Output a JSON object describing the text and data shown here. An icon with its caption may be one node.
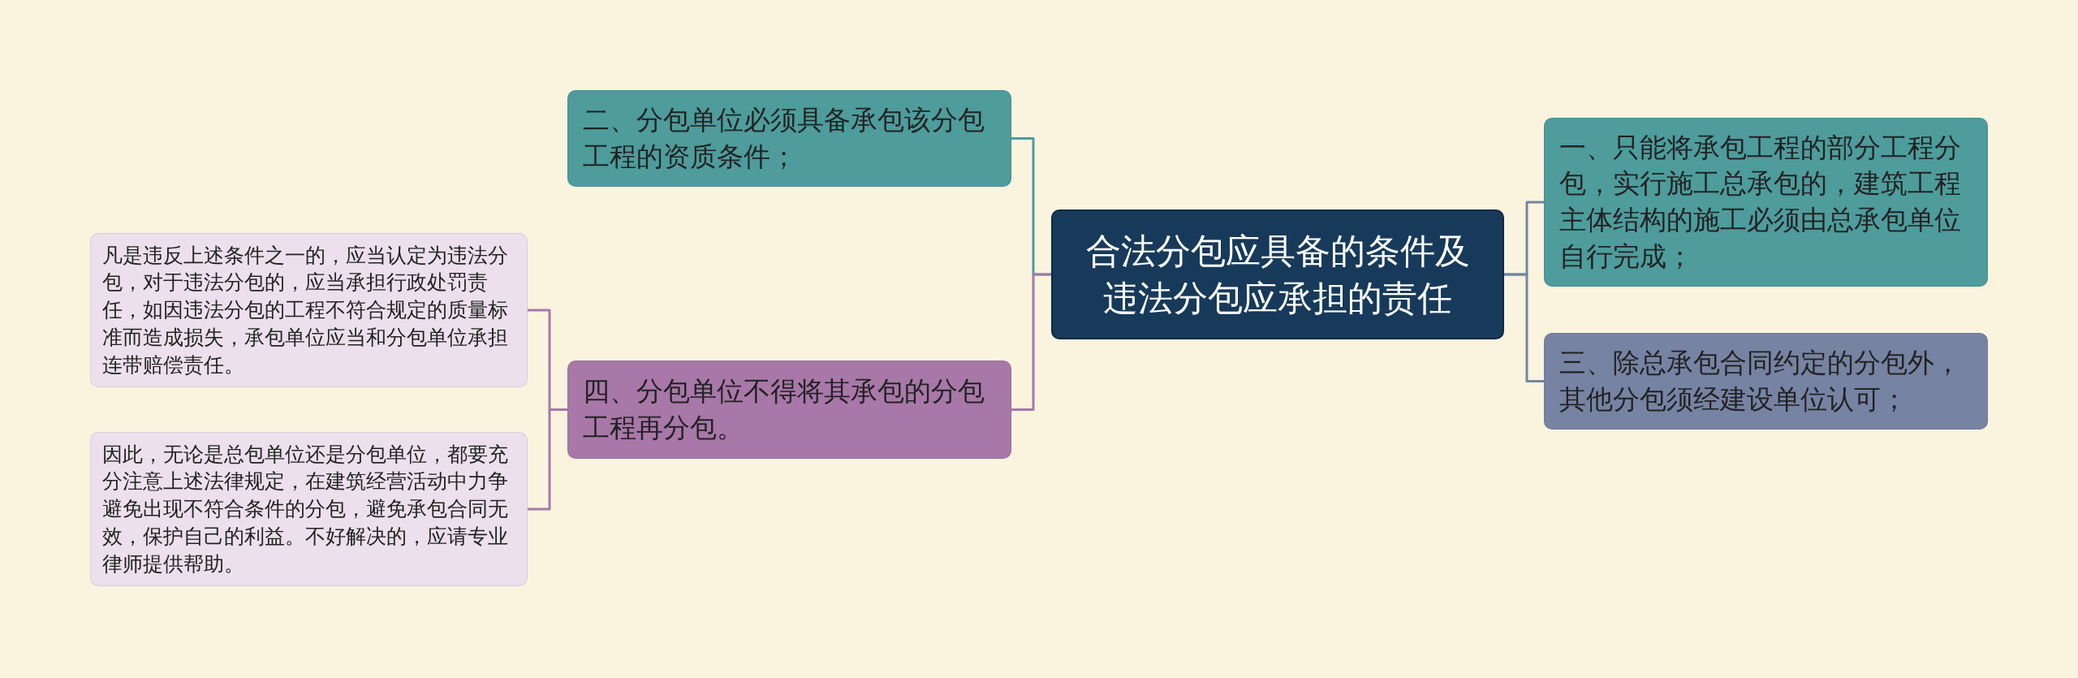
{
  "diagram": {
    "nodes": [
      {
        "text": [
          "合法分包应具备的条件及违法分包应承担的责任"
        ]
      },
      {
        "text": [
          "二、分包单位必须具备承包该分包工程的资质条件；"
        ]
      },
      {
        "text": [
          "四、分包单位不得将其承包的分包工程再分包。"
        ]
      },
      {
        "text": [
          "凡是违反上述条件之一的，应当认定为违法分包，对于违法分包的，应当承担行政处罚责任，如因违法分包的工程不符合规定的质量标准而造成损失，承包单位应当和分包单位承担连带赔偿责任。"
        ]
      },
      {
        "text": [
          "因此，无论是总包单位还是分包单位，都要充分注意上述法律规定，在建筑经营活动中力争避免出现不符合条件的分包，避免承包合同无效，保护自己的利益。不好解决的，应请专业律师提供帮助。"
        ]
      },
      {
        "text": [
          "一、只能将承包工程的部分工程分包，实行施工总承包的，建筑工程主体结构的施工必须由总承包单位自行完成；"
        ]
      },
      {
        "text": [
          "三、除总承包合同约定的分包外，其他分包须经建设单位认可；"
        ]
      }
    ],
    "edges": [
      {
        "from": 0,
        "to": 1,
        "arrow": "none",
        "color": "#4e9c9c"
      },
      {
        "from": 0,
        "to": 2,
        "arrow": "none",
        "color": "#a878a8"
      },
      {
        "from": 2,
        "to": 3,
        "arrow": "none",
        "color": "#a878a8"
      },
      {
        "from": 2,
        "to": 4,
        "arrow": "none",
        "color": "#a878a8"
      },
      {
        "from": 0,
        "to": 5,
        "arrow": "none",
        "color": "#7683a3"
      },
      {
        "from": 0,
        "to": 6,
        "arrow": "none",
        "color": "#7683a3"
      }
    ]
  }
}
